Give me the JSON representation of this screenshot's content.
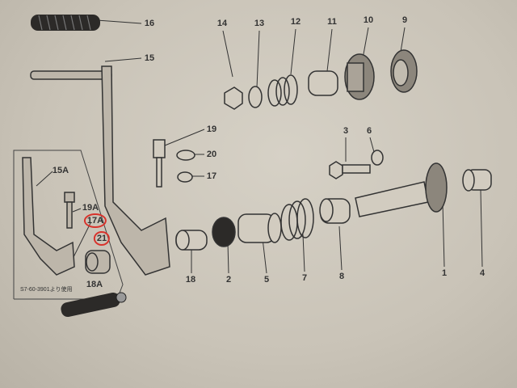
{
  "labels": {
    "p16": "16",
    "p15": "15",
    "p14": "14",
    "p13": "13",
    "p12": "12",
    "p11": "11",
    "p10": "10",
    "p9": "9",
    "p19": "19",
    "p20": "20",
    "p17": "17",
    "p3": "3",
    "p6": "6",
    "p15A": "15A",
    "p19A": "19A",
    "p17A": "17A",
    "p21": "21",
    "p18A": "18A",
    "p18": "18",
    "p2": "2",
    "p5": "5",
    "p7": "7",
    "p8": "8",
    "p1": "1",
    "p4": "4"
  },
  "note": "S7-60-3901より使用",
  "colors": {
    "highlight": "#d8322b",
    "ink": "#2a2a2a",
    "paper": "#cfc9bd"
  }
}
